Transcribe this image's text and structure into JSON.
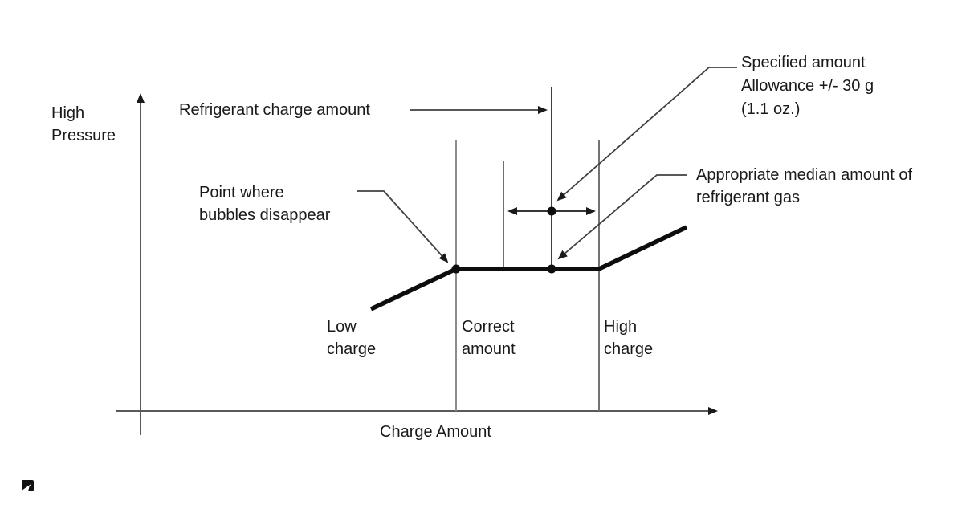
{
  "colors": {
    "background": "#ffffff",
    "ink": "#1a1a1a",
    "thin_line": "#404040",
    "axis_line": "#595959",
    "boundary_line": "#8c8c8c",
    "curve": "#0d0d0d"
  },
  "axes": {
    "y_label_line1": "High",
    "y_label_line2": "Pressure",
    "x_label": "Charge Amount"
  },
  "regions": {
    "low": {
      "line1": "Low",
      "line2": "charge"
    },
    "correct": {
      "line1": "Correct",
      "line2": "amount"
    },
    "high": {
      "line1": "High",
      "line2": "charge"
    }
  },
  "annotations": {
    "refrigerant_charge_amount": "Refrigerant charge amount",
    "specified_amount": {
      "line1": "Specified amount",
      "line2": "Allowance +/- 30 g",
      "line3": "(1.1 oz.)"
    },
    "point_bubbles": {
      "line1": "Point where",
      "line2": "bubbles disappear"
    },
    "appropriate_median": {
      "line1": "Appropriate median amount of",
      "line2": "refrigerant gas"
    }
  },
  "chart_data": {
    "type": "line",
    "title": "",
    "xlabel": "Charge Amount",
    "ylabel": "High Pressure",
    "x_regions": [
      "Low charge",
      "Correct amount",
      "High charge"
    ],
    "shape": "High-side pressure rises with charge amount, plateaus flat across the correct-amount band, then rises again in the high-charge region.",
    "key_points": [
      "Point where bubbles disappear (left edge of plateau)",
      "Appropriate median amount of refrigerant gas (center of plateau)",
      "Specified amount, Allowance +/- 30 g (1.1 oz.) shown as a double-headed tolerance arrow about the median"
    ]
  }
}
